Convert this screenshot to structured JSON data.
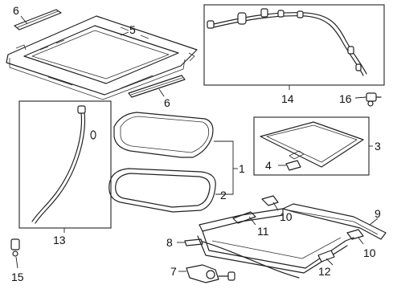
{
  "callouts": {
    "c1": "1",
    "c2": "2",
    "c3": "3",
    "c4": "4",
    "c5": "5",
    "c6_top": "6",
    "c6_mid": "6",
    "c7": "7",
    "c8": "8",
    "c9": "9",
    "c10_a": "10",
    "c10_b": "10",
    "c11": "11",
    "c12": "12",
    "c13": "13",
    "c14": "14",
    "c15": "15",
    "c16": "16"
  }
}
